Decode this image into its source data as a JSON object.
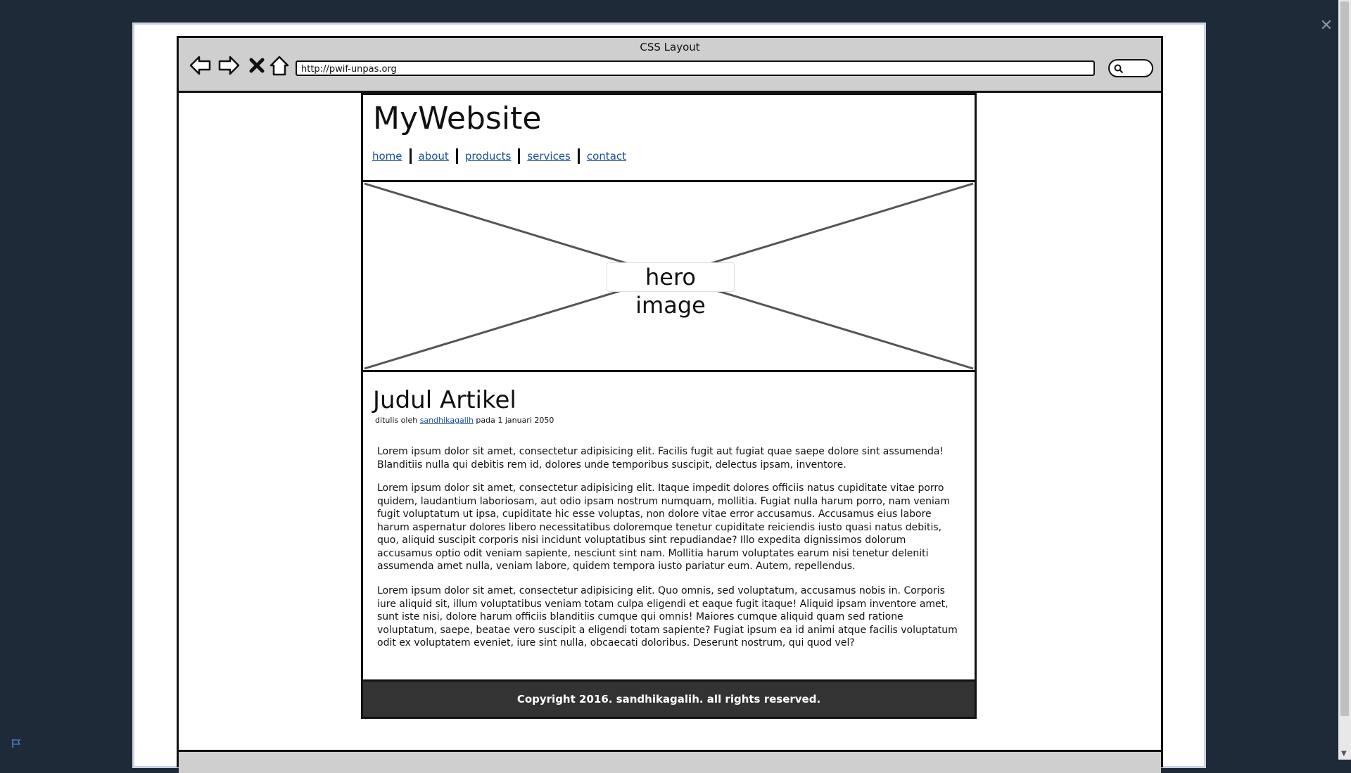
{
  "mockup": {
    "window_title": "CSS Layout",
    "url": "http://pwif-unpas.org"
  },
  "site": {
    "title": "MyWebsite",
    "menu": [
      "home",
      "about",
      "products",
      "services",
      "contact"
    ],
    "hero_label": "hero image",
    "article": {
      "title": "Judul Artikel",
      "meta_prefix": "ditulis oleh",
      "author": "sandhikagalih",
      "meta_suffix": "pada 1 januari 2050",
      "paragraphs": [
        "Lorem ipsum dolor sit amet, consectetur adipisicing elit. Facilis fugit aut fugiat quae saepe dolore sint assumenda! Blanditiis nulla qui debitis rem id, dolores unde temporibus suscipit, delectus ipsam, inventore.",
        "Lorem ipsum dolor sit amet, consectetur adipisicing elit. Itaque impedit dolores officiis natus cupiditate vitae porro quidem, laudantium laboriosam, aut odio ipsam nostrum numquam, mollitia. Fugiat nulla harum porro, nam veniam fugit voluptatum ut ipsa, cupiditate hic esse voluptas, non dolore vitae error accusamus. Accusamus eius labore harum aspernatur dolores libero necessitatibus doloremque tenetur cupiditate reiciendis iusto quasi natus debitis, quo, aliquid suscipit corporis nisi incidunt voluptatibus sint repudiandae? Illo expedita dignissimos dolorum accusamus optio odit veniam sapiente, nesciunt sint nam. Mollitia harum voluptates earum nisi tenetur deleniti assumenda amet nulla, veniam labore, quidem tempora iusto pariatur eum. Autem, repellendus.",
        "Lorem ipsum dolor sit amet, consectetur adipisicing elit. Quo omnis, sed voluptatum, accusamus nobis in. Corporis iure aliquid sit, illum voluptatibus veniam totam culpa eligendi et eaque fugit itaque! Aliquid ipsam inventore amet, sunt iste nisi, dolore harum officiis blanditiis cumque qui omnis! Maiores cumque aliquid quam sed ratione voluptatum, saepe, beatae vero suscipit a eligendi totam sapiente? Fugiat ipsum ea id animi atque facilis voluptatum odit ex voluptatem eveniet, iure sint nulla, obcaecati doloribus. Deserunt nostrum, qui quod vel?"
      ]
    },
    "footer": "Copyright 2016. sandhikagalih. all rights reserved."
  },
  "colors": {
    "backdrop": "#1e2a38",
    "link": "#1a4f9c",
    "footer_bg": "#333333"
  },
  "icons": [
    "close-icon",
    "back-arrow-icon",
    "forward-arrow-icon",
    "stop-icon",
    "home-icon",
    "search-icon",
    "flag-icon"
  ]
}
